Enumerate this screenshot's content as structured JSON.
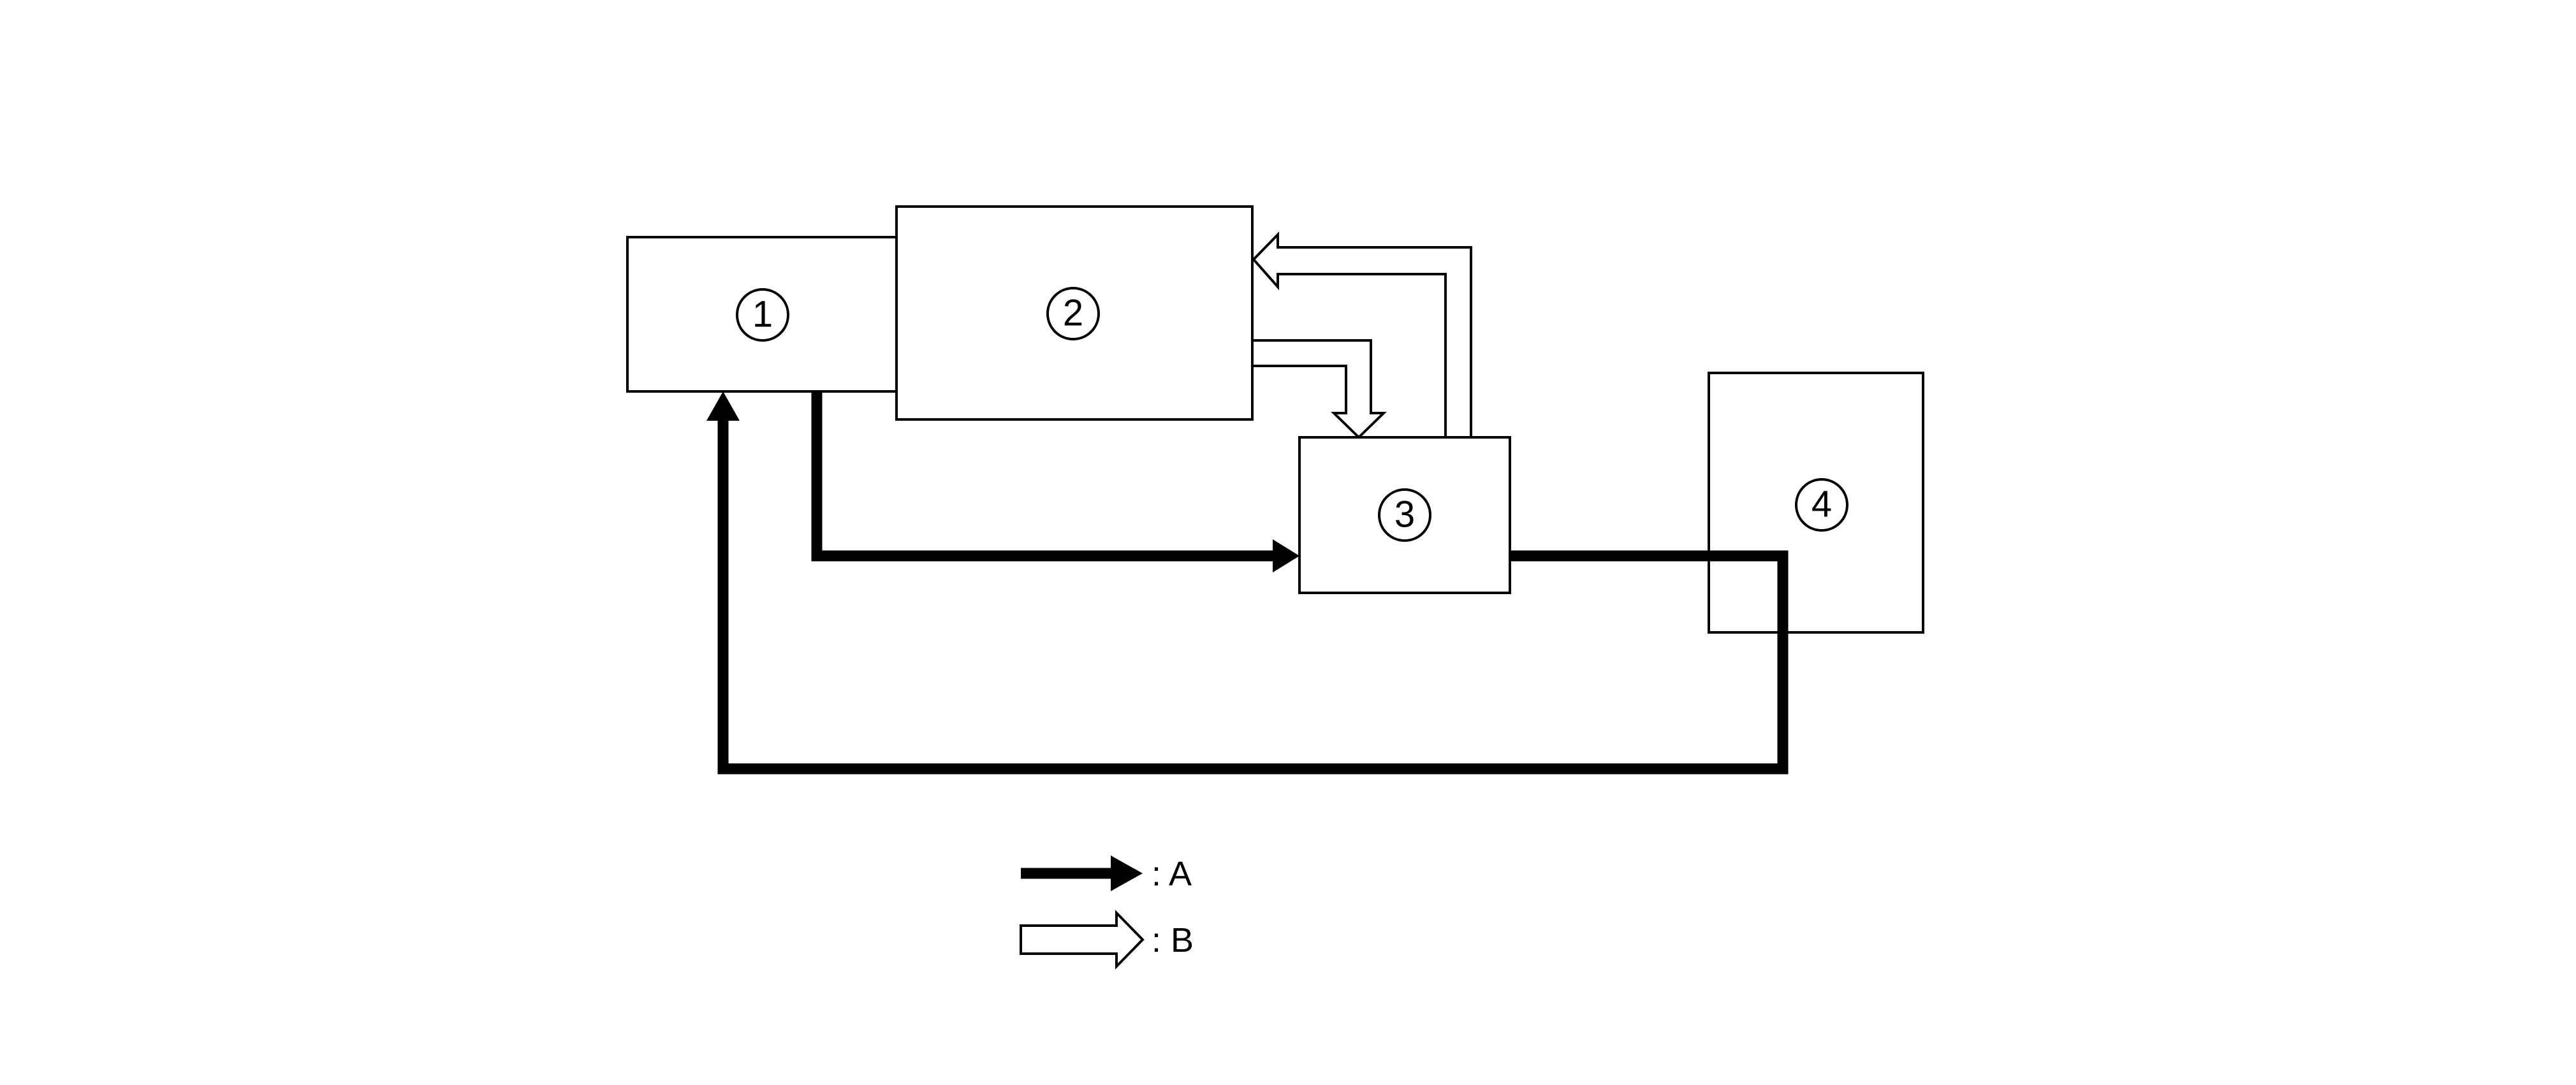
{
  "nodes": [
    {
      "id": "1",
      "label": "1"
    },
    {
      "id": "2",
      "label": "2"
    },
    {
      "id": "3",
      "label": "3"
    },
    {
      "id": "4",
      "label": "4"
    }
  ],
  "edges": [
    {
      "from": "1",
      "to": "3",
      "type": "A"
    },
    {
      "from": "3",
      "to": "1",
      "type": "A",
      "via": "4"
    },
    {
      "from": "2",
      "to": "3",
      "type": "B"
    },
    {
      "from": "3",
      "to": "2",
      "type": "B"
    }
  ],
  "legend": {
    "a_label": ": A",
    "b_label": ": B"
  }
}
